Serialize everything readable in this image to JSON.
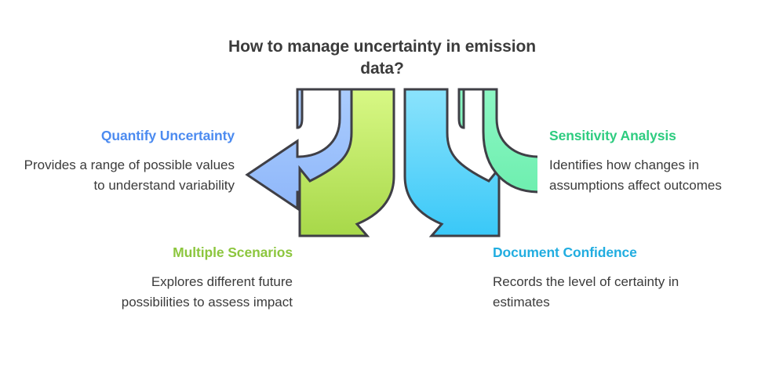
{
  "title": "How to manage uncertainty in emission data?",
  "colors": {
    "text_dark": "#3b3b3b",
    "blue": "#4C8BF0",
    "green": "#2ECC80",
    "lime": "#8CC63E",
    "cyan": "#21ADE0",
    "arrow_blue_top": "#A9CBFD",
    "arrow_blue_bottom": "#8FB7FA",
    "arrow_lime_top": "#D7F783",
    "arrow_lime_bottom": "#A8D84A",
    "arrow_cyan_top": "#8AE2FC",
    "arrow_cyan_bottom": "#3BC9F8",
    "arrow_green_top": "#8CF7C3",
    "arrow_green_bottom": "#6BEEAE",
    "arrow_stroke": "#3f3f46"
  },
  "blocks": [
    {
      "id": "quantify",
      "heading": "Quantify Uncertainty",
      "body": "Provides a range of possible values to understand variability",
      "color": "#4C8BF0"
    },
    {
      "id": "sensitivity",
      "heading": "Sensitivity Analysis",
      "body": "Identifies how changes in assumptions affect outcomes",
      "color": "#2ECC80"
    },
    {
      "id": "scenarios",
      "heading": "Multiple Scenarios",
      "body": "Explores different future possibilities to assess impact",
      "color": "#8CC63E"
    },
    {
      "id": "document",
      "heading": "Document Confidence",
      "body": "Records the level of certainty in estimates",
      "color": "#21ADE0"
    }
  ],
  "arrows": [
    {
      "id": "arrow-left-blue",
      "direction": "left",
      "target": "Quantify Uncertainty"
    },
    {
      "id": "arrow-down-left-lime",
      "direction": "down-left",
      "target": "Multiple Scenarios"
    },
    {
      "id": "arrow-down-right-cyan",
      "direction": "down-right",
      "target": "Document Confidence"
    },
    {
      "id": "arrow-right-green",
      "direction": "right",
      "target": "Sensitivity Analysis"
    }
  ]
}
